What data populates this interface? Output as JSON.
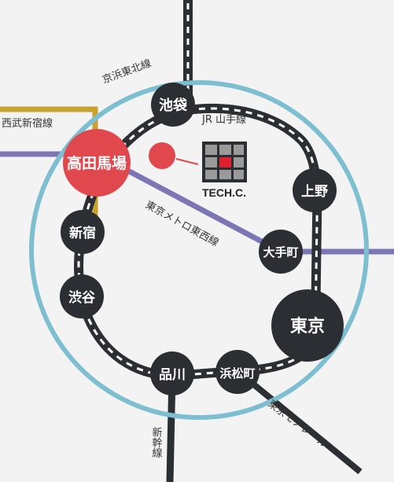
{
  "colors": {
    "background": "#f3f3f3",
    "keihin_tohoku": "#7dbfd0",
    "seibu_shinjuku": "#c7a22c",
    "tozai": "#7c77b4",
    "station": "#2b2f33",
    "highlight": "#e0484e",
    "logo_red": "#e0202a"
  },
  "lines": {
    "keihin_tohoku": "京浜東北線",
    "yamanote": "JR 山手線",
    "seibu_shinjuku": "西武新宿線",
    "tozai": "東京メトロ東西線",
    "monorail": "東京モノレール",
    "shinkansen": "新幹線"
  },
  "stations": {
    "ikebukuro": "池袋",
    "takadanobaba": "高田馬場",
    "shinjuku": "新宿",
    "shibuya": "渋谷",
    "shinagawa": "品川",
    "hamamatsucho": "浜松町",
    "tokyo": "東京",
    "otemachi": "大手町",
    "ueno": "上野"
  },
  "school": {
    "logo_text": "TECH.C."
  }
}
